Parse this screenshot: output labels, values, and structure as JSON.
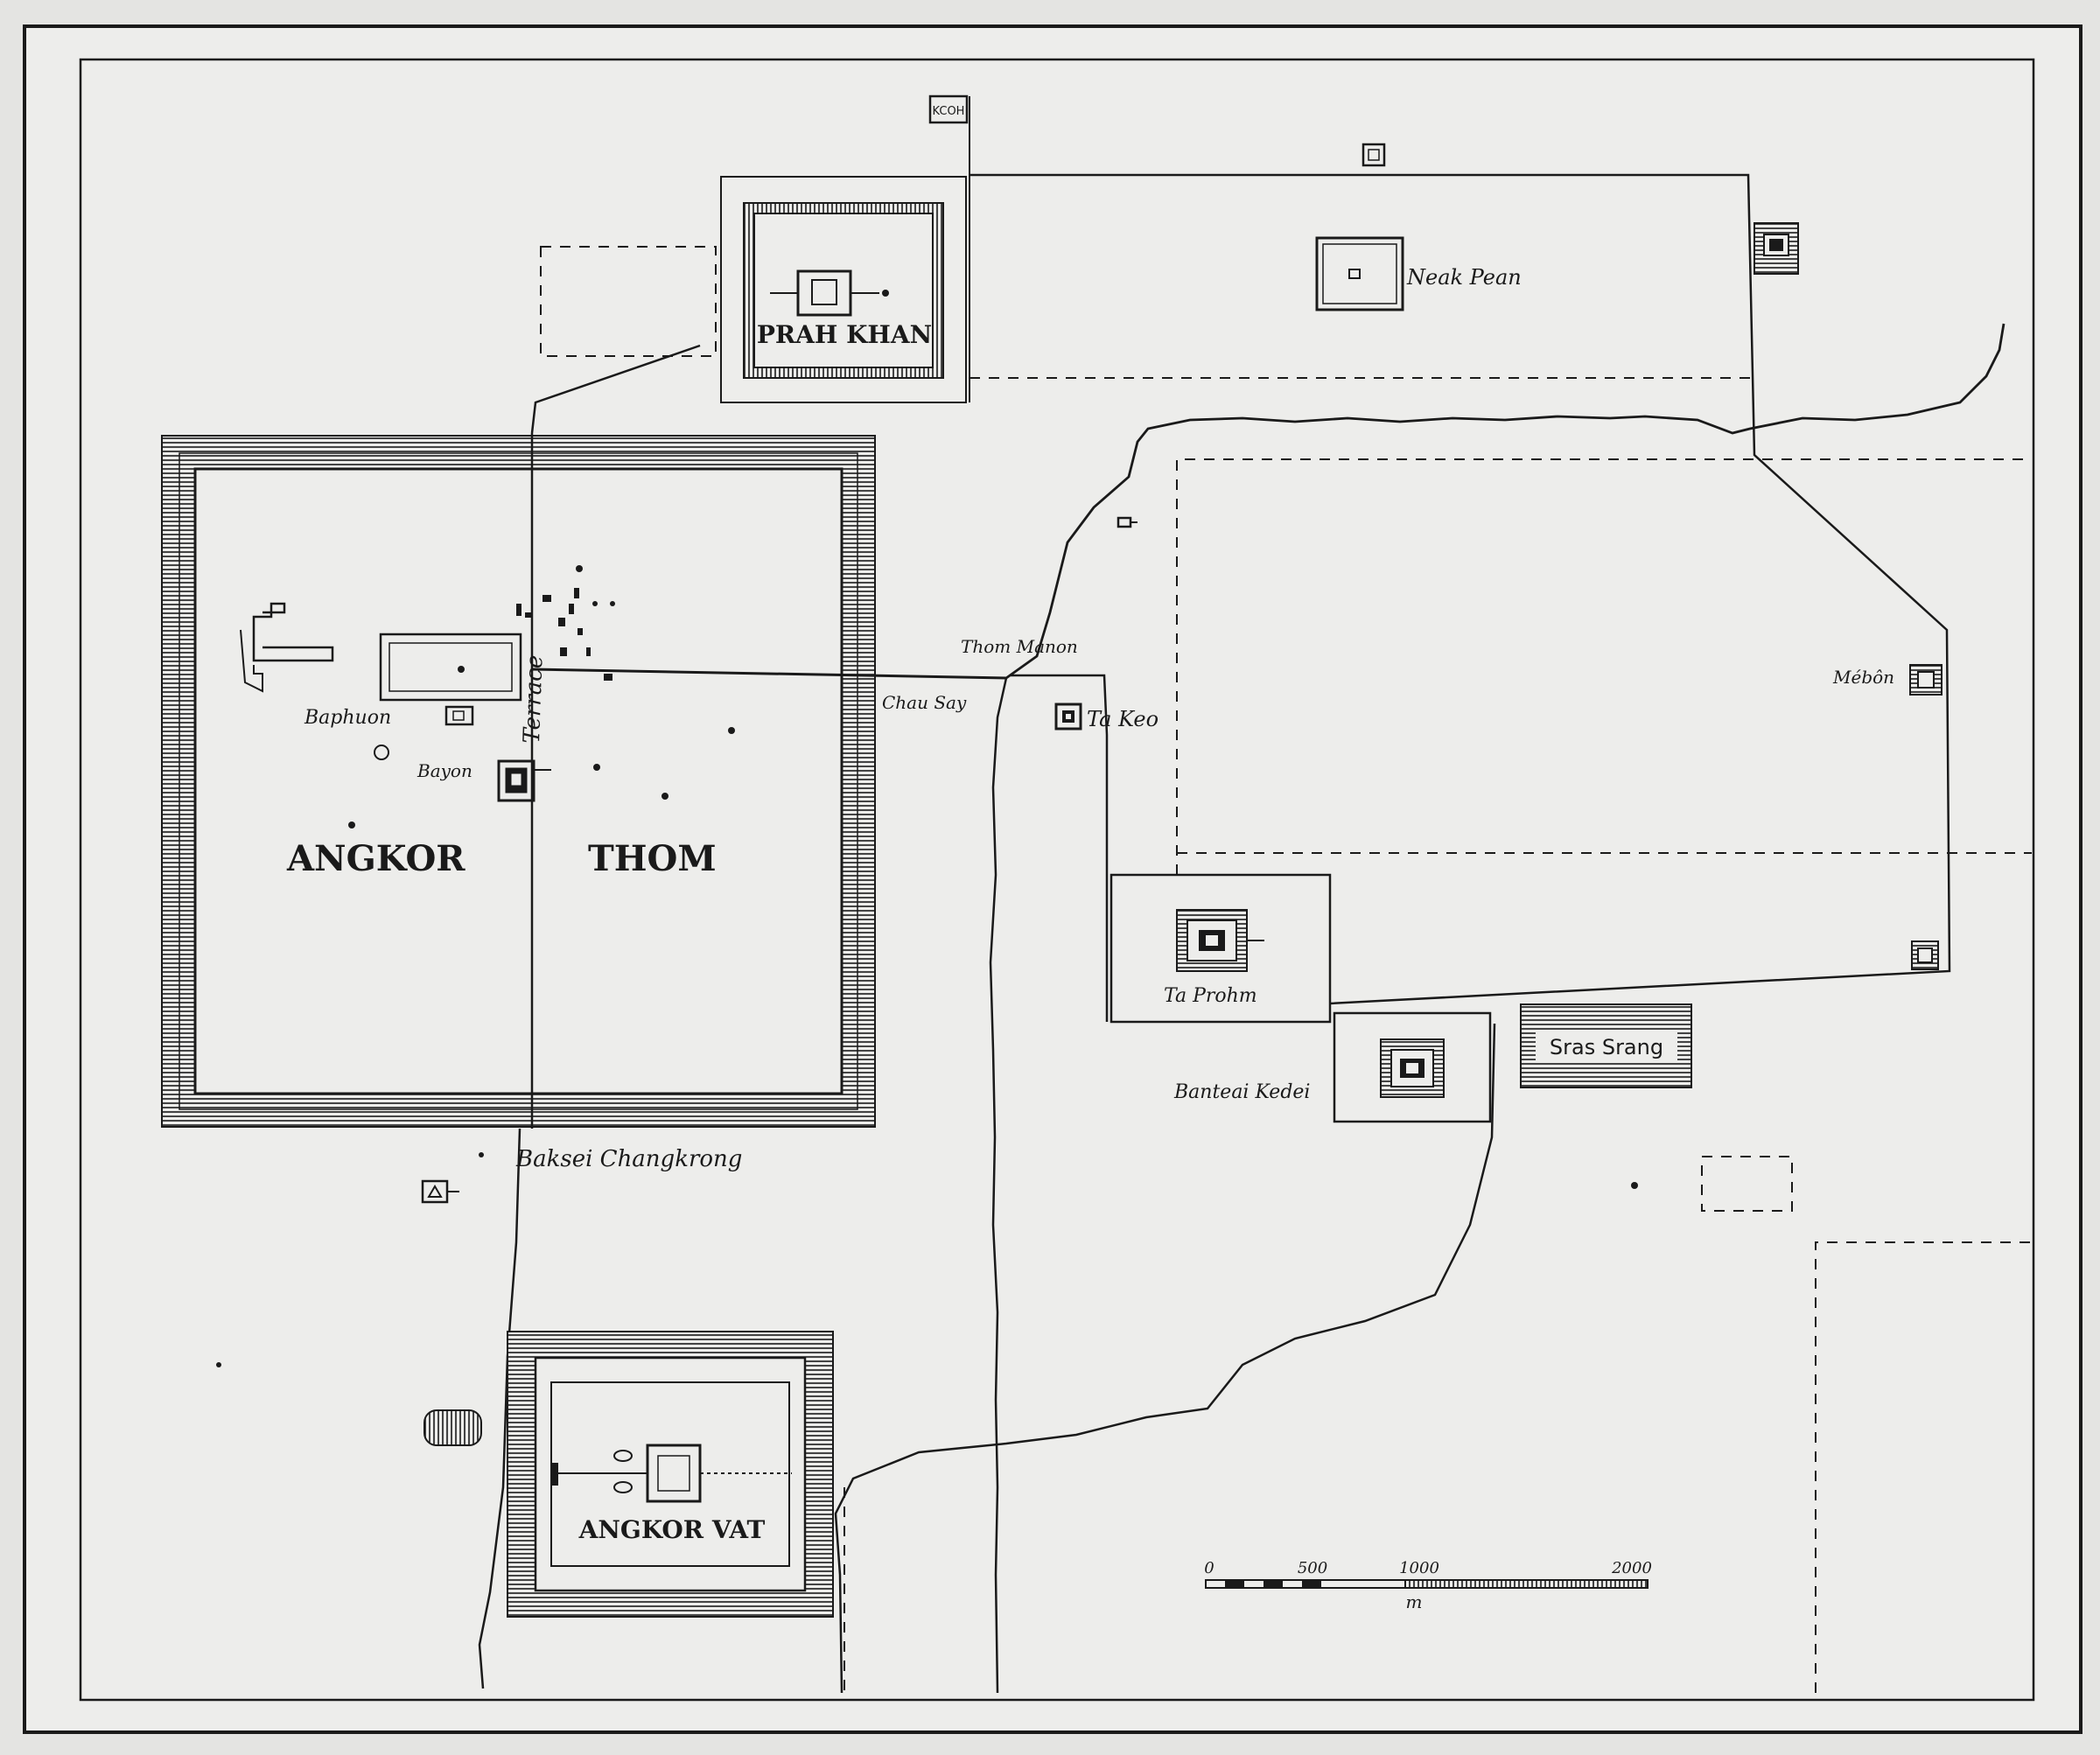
{
  "labels": {
    "prah_khan": "PRAH KHAN",
    "neak_pean": "Neak Pean",
    "angkor": "ANGKOR",
    "thom": "THOM",
    "baphuon": "Baphuon",
    "bayon": "Bayon",
    "terrace": "Terrace",
    "thom_manon": "Thom Manon",
    "chau_say": "Chau Say",
    "ta_keo": "Ta Keo",
    "mebon": "Mébôn",
    "ta_prohm": "Ta Prohm",
    "banteai_kedei": "Banteai Kedei",
    "sras_srang": "Sras Srang",
    "baksei_changkrong": "Baksei Changkrong",
    "angkor_vat": "ANGKOR VAT",
    "gate_sign": "KCOH"
  },
  "scale_bar": {
    "ticks": [
      "0",
      "500",
      "1000",
      "2000"
    ],
    "unit": "m"
  },
  "colors": {
    "ink": "#1a1a1a",
    "paper": "#ededeb",
    "background": "#e4e4e2"
  }
}
